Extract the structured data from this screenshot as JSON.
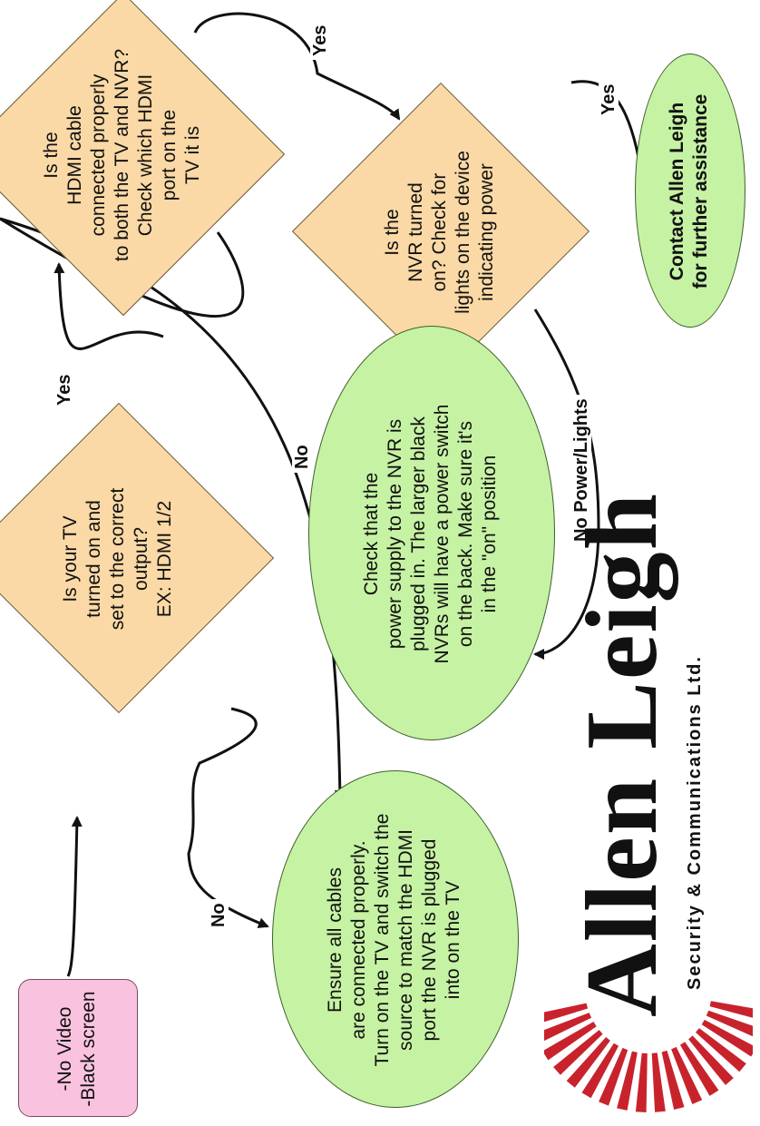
{
  "nodes": {
    "start": "-No Video\n-Black screen",
    "tv_check": "Is your TV\nturned on and\nset to the correct\noutput?\nEX: HDMI 1/2",
    "hdmi_check": "Is the\nHDMI cable\nconnected properly\nto both the TV and NVR?\nCheck which HDMI\nport on the\nTV it is",
    "nvr_check": "Is the\nNVR turned\non? Check for\nlights on the device\nindicating power",
    "ensure_cables": "Ensure all cables\nare connected properly.\nTurn on the TV and switch the\nsource to match the HDMI\nport the NVR is plugged\ninto on the TV",
    "power_supply": "Check that the\npower supply to the NVR is\nplugged in. The larger black\nNVRs will have a power switch\non the back. Make sure it's\nin the \"on\" position",
    "contact": "Contact Allen Leigh\nfor further assistance"
  },
  "edge_labels": {
    "tv_no": "No",
    "tv_yes": "Yes",
    "hdmi_no": "No",
    "hdmi_yes": "Yes",
    "nvr_no": "No Power/Lights",
    "nvr_yes": "Yes"
  },
  "logo": {
    "name": "Allen Leigh",
    "tagline": "Security & Communications Ltd.",
    "accent_color": "#c8232c"
  },
  "colors": {
    "decision": "#fad9a6",
    "action": "#c6f2a4",
    "start": "#f9c3df"
  }
}
